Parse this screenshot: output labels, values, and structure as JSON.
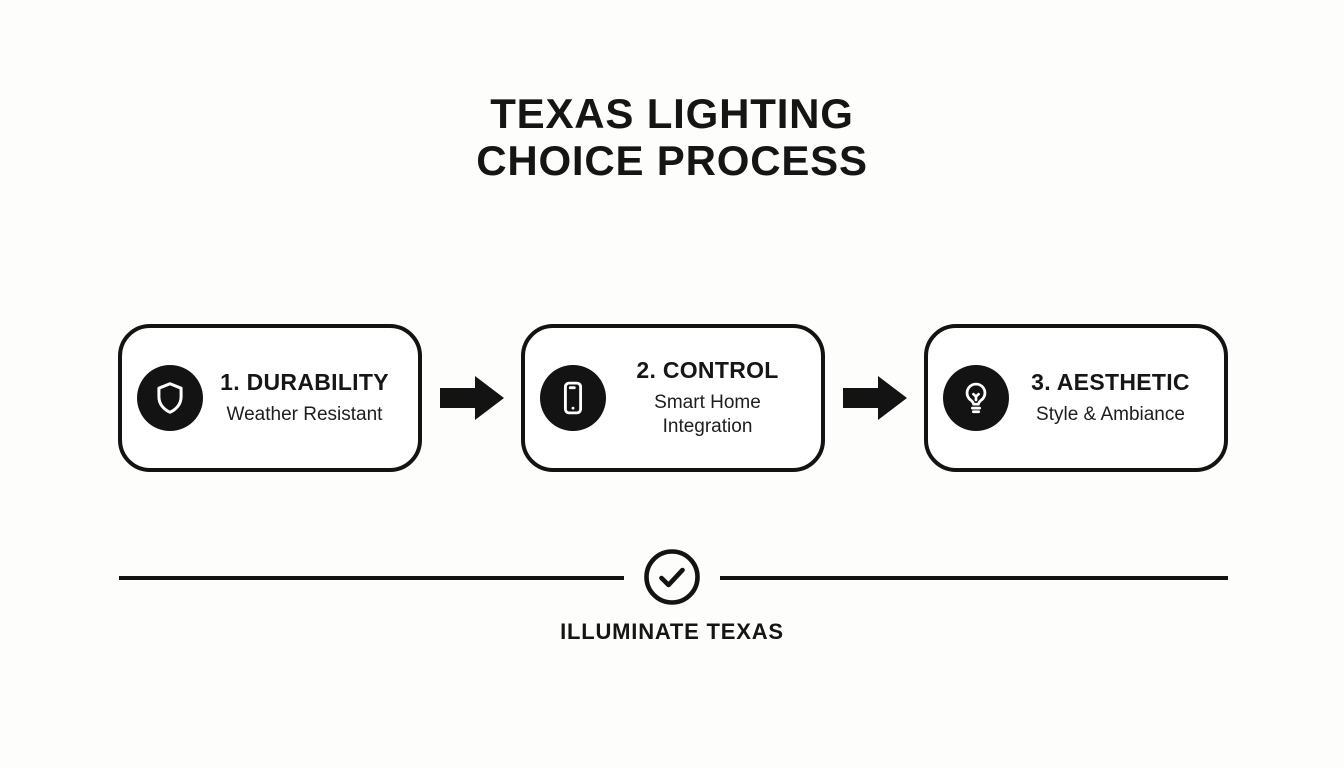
{
  "title": {
    "line1": "TEXAS LIGHTING",
    "line2": "CHOICE PROCESS"
  },
  "steps": [
    {
      "label": "1. DURABILITY",
      "subtitle": "Weather Resistant",
      "icon": "shield-icon"
    },
    {
      "label": "2. CONTROL",
      "subtitle": "Smart Home Integration",
      "icon": "smartphone-icon"
    },
    {
      "label": "3. AESTHETIC",
      "subtitle": "Style & Ambiance",
      "icon": "lightbulb-icon"
    }
  ],
  "footer": {
    "label": "ILLUMINATE TEXAS",
    "icon": "checkmark-circle-icon"
  },
  "colors": {
    "background": "#fdfdfc",
    "foreground": "#131313",
    "card_background": "#ffffff",
    "icon_foreground": "#ffffff"
  }
}
